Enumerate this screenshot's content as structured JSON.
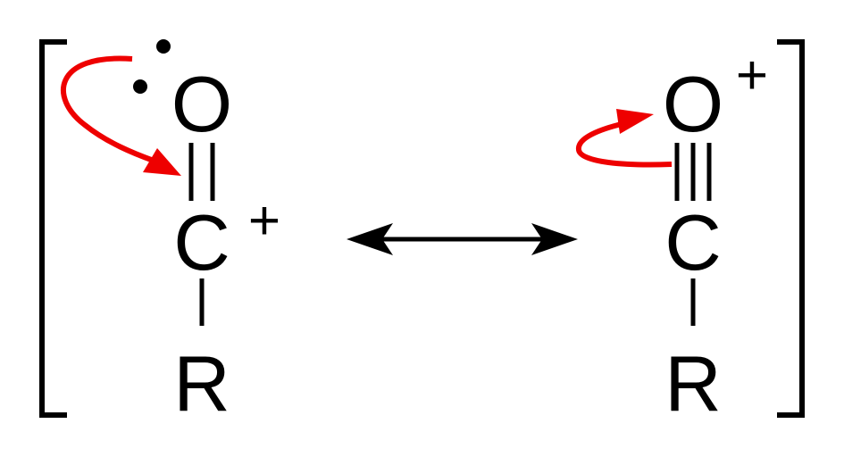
{
  "left_structure": {
    "oxygen": "O",
    "carbon": "C",
    "substituent": "R",
    "carbon_charge": "+"
  },
  "right_structure": {
    "oxygen": "O",
    "carbon": "C",
    "substituent": "R",
    "oxygen_charge": "+"
  },
  "colors": {
    "bond": "#000000",
    "electron_arrow": "#ee0000"
  }
}
